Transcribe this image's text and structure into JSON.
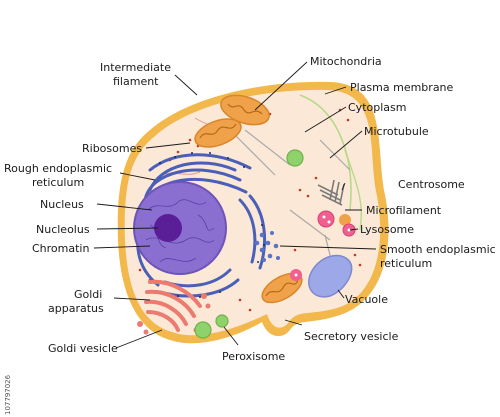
{
  "labels": {
    "intermediate_filament_1": "Intermediate",
    "intermediate_filament_2": "filament",
    "mitochondria": "Mitochondria",
    "plasma_membrane": "Plasma membrane",
    "cytoplasm": "Cytoplasm",
    "microtubule": "Microtubule",
    "ribosomes": "Ribosomes",
    "rough_er_1": "Rough endoplasmic",
    "rough_er_2": "reticulum",
    "centrosome": "Centrosome",
    "microfilament": "Microfilament",
    "nucleus": "Nucleus",
    "lysosome": "Lysosome",
    "nucleolus": "Nucleolus",
    "smooth_er_1": "Smooth endoplasmic",
    "smooth_er_2": "reticulum",
    "chromatin": "Chromatin",
    "vacuole": "Vacuole",
    "golgi_apparatus_1": "Goldi",
    "golgi_apparatus_2": "apparatus",
    "secretory_vesicle": "Secretory vesicle",
    "golgi_vesicle": "Goldi vesicle",
    "peroxisome": "Peroxisome"
  },
  "watermark": {
    "stock_id": "107797026"
  },
  "colors": {
    "membrane": "#f2b84b",
    "cytoplasm": "#fbe8d6",
    "nucleus": "#8a6fd1",
    "nucleolus": "#5a1f96",
    "rough_er": "#4a5fb8",
    "mitochondria": "#f0a24a",
    "golgi": "#ec7a70",
    "vacuole": "#9da8e8",
    "peroxisome": "#8fd16a",
    "lysosome": "#ef5f8f"
  }
}
